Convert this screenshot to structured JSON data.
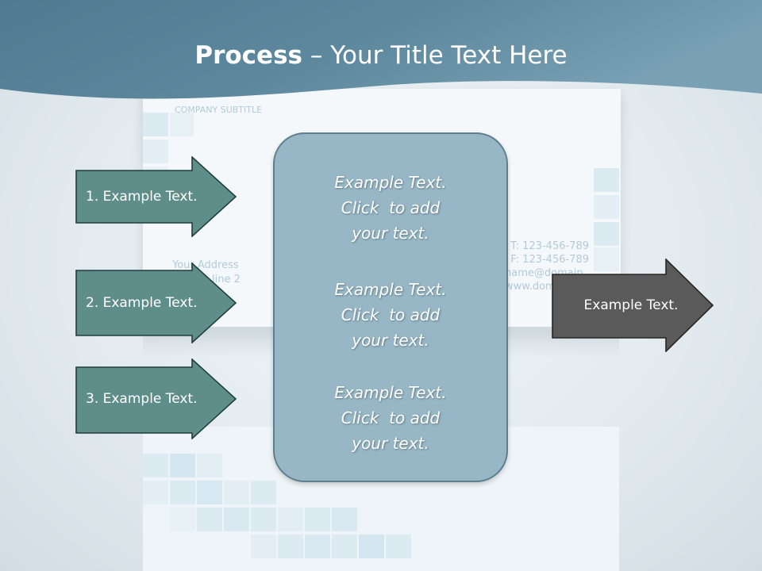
{
  "title": {
    "bold": "Process",
    "rest": " – Your Title Text Here"
  },
  "background_card": {
    "company_subtitle": "COMPANY SUBTITLE",
    "address_line_1": "Your Address",
    "address_line_2": "line 2",
    "phone": "T: 123-456-789",
    "fax": "F: 123-456-789",
    "email": "name@domain",
    "website": "www.domain"
  },
  "inputs": [
    {
      "label": "1. Example Text."
    },
    {
      "label": "2. Example Text."
    },
    {
      "label": "3. Example Text."
    }
  ],
  "center_items": [
    {
      "line1": "Example Text.",
      "line2": "Click  to add",
      "line3": "your text."
    },
    {
      "line1": "Example Text.",
      "line2": "Click  to add",
      "line3": "your text."
    },
    {
      "line1": "Example Text.",
      "line2": "Click  to add",
      "line3": "your text."
    }
  ],
  "output": {
    "label": "Example Text."
  },
  "colors": {
    "header_band": "#5f8aa0",
    "input_arrow_fill": "#5f8e8a",
    "input_arrow_stroke": "#1f3f3d",
    "output_arrow_fill": "#5a5a5a",
    "output_arrow_stroke": "#262626",
    "center_box_fill": "#97b7c6",
    "center_box_stroke": "#5e7f8e"
  }
}
